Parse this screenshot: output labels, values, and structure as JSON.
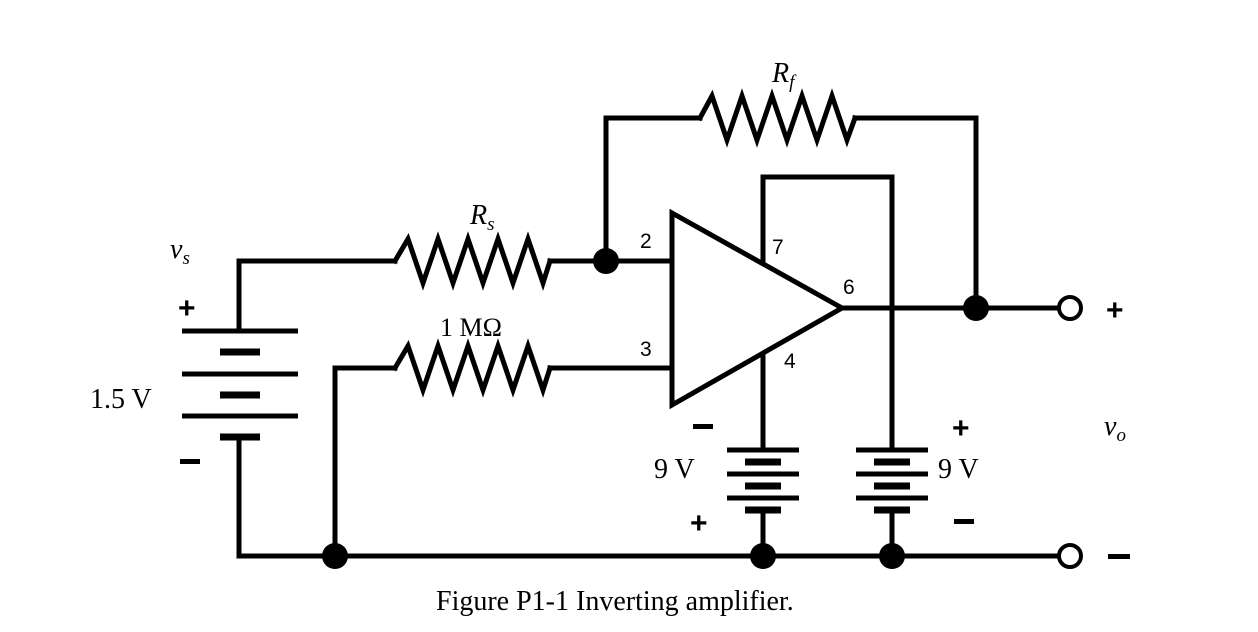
{
  "diagram": {
    "caption": "Figure P1-1 Inverting amplifier.",
    "source": {
      "name": "v",
      "subscript": "s",
      "voltage": "1.5 V",
      "plus": "+",
      "minus": "-"
    },
    "resistors": {
      "rs": {
        "name": "R",
        "subscript": "s"
      },
      "rf": {
        "name": "R",
        "subscript": "f"
      },
      "r_bias": {
        "label": "1 MΩ"
      }
    },
    "opamp_pins": {
      "inverting": "2",
      "noninverting": "3",
      "output": "6",
      "vplus": "7",
      "vminus": "4"
    },
    "supplies": {
      "negative": {
        "voltage": "9 V",
        "plus": "+",
        "minus": "-"
      },
      "positive": {
        "voltage": "9 V",
        "plus": "+",
        "minus": "-"
      }
    },
    "output": {
      "name": "v",
      "subscript": "o",
      "plus": "+",
      "minus": "-"
    }
  }
}
